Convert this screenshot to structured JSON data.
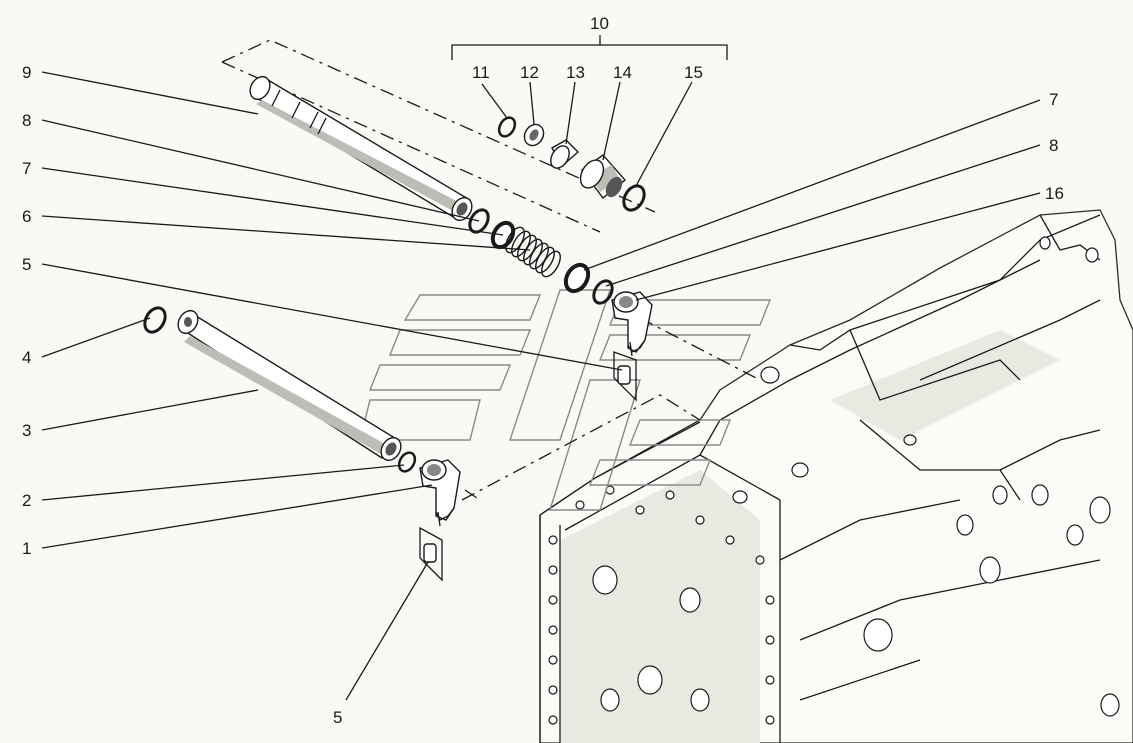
{
  "callouts": [
    {
      "id": "c9a",
      "text": "9"
    },
    {
      "id": "c8a",
      "text": "8"
    },
    {
      "id": "c7a",
      "text": "7"
    },
    {
      "id": "c6",
      "text": "6"
    },
    {
      "id": "c5a",
      "text": "5"
    },
    {
      "id": "c4",
      "text": "4"
    },
    {
      "id": "c3",
      "text": "3"
    },
    {
      "id": "c2",
      "text": "2"
    },
    {
      "id": "c1",
      "text": "1"
    },
    {
      "id": "c5b",
      "text": "5"
    },
    {
      "id": "c10",
      "text": "10"
    },
    {
      "id": "c11",
      "text": "11"
    },
    {
      "id": "c12",
      "text": "12"
    },
    {
      "id": "c13",
      "text": "13"
    },
    {
      "id": "c14",
      "text": "14"
    },
    {
      "id": "c15",
      "text": "15"
    },
    {
      "id": "c7b",
      "text": "7"
    },
    {
      "id": "c8b",
      "text": "8"
    },
    {
      "id": "c16",
      "text": "16"
    }
  ],
  "colors": {
    "ink": "#1a1a1a",
    "paper": "#f9f9f6",
    "shade": "#bdbdb6",
    "watermark": "#8a8a8a"
  }
}
